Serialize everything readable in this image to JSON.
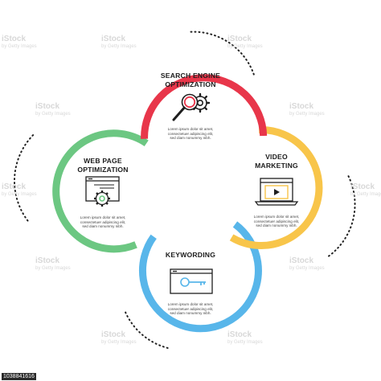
{
  "diagram": {
    "colors": {
      "red": "#e8364a",
      "green": "#6cc782",
      "yellow": "#f8c54a",
      "blue": "#58b6ea",
      "ink": "#1e1e1e",
      "dots": "#222222"
    },
    "nodes": {
      "seo": {
        "title_line1": "SEARCH ENGINE",
        "title_line2": "OPTIMIZATION",
        "body_line1": "Lorem ipsum dolor sit amet,",
        "body_line2": "consectetuer adipiscing elit,",
        "body_line3": "sed diam nonummy nibh.",
        "icon": "magnifier-gear-icon"
      },
      "web": {
        "title_line1": "WEB PAGE",
        "title_line2": "OPTIMIZATION",
        "body_line1": "Lorem ipsum dolor sit amet,",
        "body_line2": "consectetuer adipiscing elit,",
        "body_line3": "sed diam nonummy nibh.",
        "icon": "browser-gear-icon"
      },
      "video": {
        "title_line1": "VIDEO",
        "title_line2": "MARKETING",
        "body_line1": "Lorem ipsum dolor sit amet,",
        "body_line2": "consectetuer adipiscing elit,",
        "body_line3": "sed diam nonummy nibh.",
        "icon": "laptop-video-icon"
      },
      "keyword": {
        "title_line1": "KEYWORDING",
        "body_line1": "Lorem ipsum dolor sit amet,",
        "body_line2": "consectetuer adipiscing elit,",
        "body_line3": "sed diam nonummy nibh.",
        "icon": "browser-key-icon"
      }
    }
  },
  "watermark": {
    "brand": "iStock",
    "credit": "by Getty Images",
    "stock_id": "1038841616"
  }
}
